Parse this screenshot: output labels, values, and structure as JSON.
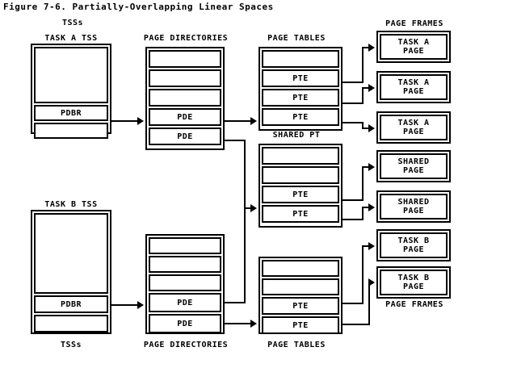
{
  "figure": {
    "title": "Figure 7-6. Partially-Overlapping Linear Spaces",
    "labels": {
      "tss_top": "TSSs",
      "tss_bottom": "TSSs",
      "task_a_tss": "TASK A TSS",
      "task_b_tss": "TASK B TSS",
      "page_directories_top": "PAGE DIRECTORIES",
      "page_directories_bottom": "PAGE DIRECTORIES",
      "page_tables_top": "PAGE TABLES",
      "page_tables_bottom": "PAGE TABLES",
      "shared_pt": "SHARED PT",
      "page_frames_top": "PAGE FRAMES",
      "page_frames_bottom": "PAGE FRAMES"
    }
  },
  "task_a_tss": {
    "cells": [
      {
        "label": ""
      },
      {
        "label": "PDBR"
      },
      {
        "label": ""
      }
    ]
  },
  "task_b_tss": {
    "cells": [
      {
        "label": ""
      },
      {
        "label": "PDBR"
      },
      {
        "label": ""
      }
    ]
  },
  "page_directory_a": {
    "cells": [
      {
        "label": ""
      },
      {
        "label": ""
      },
      {
        "label": ""
      },
      {
        "label": "PDE"
      },
      {
        "label": "PDE"
      }
    ]
  },
  "page_directory_b": {
    "cells": [
      {
        "label": ""
      },
      {
        "label": ""
      },
      {
        "label": ""
      },
      {
        "label": "PDE"
      },
      {
        "label": "PDE"
      }
    ]
  },
  "page_table_a": {
    "cells": [
      {
        "label": ""
      },
      {
        "label": "PTE"
      },
      {
        "label": "PTE"
      },
      {
        "label": "PTE"
      }
    ]
  },
  "shared_page_table": {
    "cells": [
      {
        "label": ""
      },
      {
        "label": ""
      },
      {
        "label": "PTE"
      },
      {
        "label": "PTE"
      }
    ]
  },
  "page_table_b": {
    "cells": [
      {
        "label": ""
      },
      {
        "label": ""
      },
      {
        "label": "PTE"
      },
      {
        "label": "PTE"
      }
    ]
  },
  "page_frames": [
    {
      "line1": "TASK A",
      "line2": "PAGE"
    },
    {
      "line1": "TASK A",
      "line2": "PAGE"
    },
    {
      "line1": "TASK A",
      "line2": "PAGE"
    },
    {
      "line1": "SHARED",
      "line2": "PAGE"
    },
    {
      "line1": "SHARED",
      "line2": "PAGE"
    },
    {
      "line1": "TASK B",
      "line2": "PAGE"
    },
    {
      "line1": "TASK B",
      "line2": "PAGE"
    }
  ]
}
